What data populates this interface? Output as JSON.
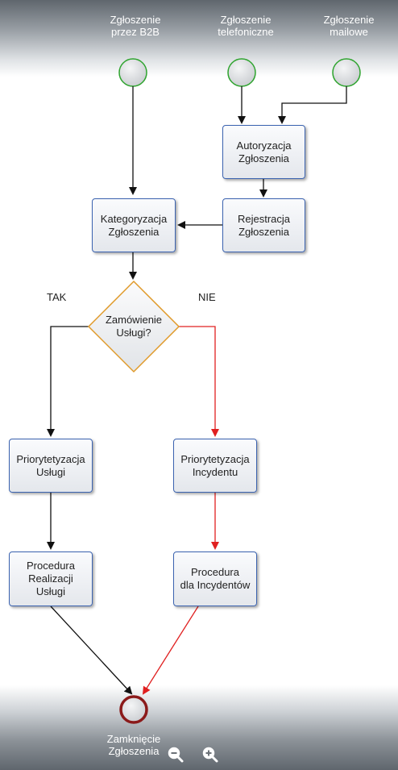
{
  "start_events": [
    {
      "label": "Zgłoszenie\nprzez B2B"
    },
    {
      "label": "Zgłoszenie\ntelefoniczne"
    },
    {
      "label": "Zgłoszenie\nmailowe"
    }
  ],
  "tasks": {
    "autoryzacja": "Autoryzacja\nZgłoszenia",
    "rejestracja": "Rejestracja\nZgłoszenia",
    "kategoryzacja": "Kategoryzacja\nZgłoszenia",
    "priorytetyzacja_uslugi": "Priorytetyzacja\nUsługi",
    "priorytetyzacja_incydentu": "Priorytetyzacja\nIncydentu",
    "procedura_realizacji": "Procedura\nRealizacji\nUsługi",
    "procedura_incydentow": "Procedura\ndla Incydentów"
  },
  "decision": {
    "label": "Zamówienie\nUsługi?",
    "yes_label": "TAK",
    "no_label": "NIE"
  },
  "end_event": {
    "label": "Zamknięcie\nZgłoszenia"
  },
  "controls": {
    "zoom_out_icon": "zoom-out-icon",
    "zoom_in_icon": "zoom-in-icon"
  },
  "colors": {
    "start_stroke": "#2ea42e",
    "end_stroke": "#8b1a1a",
    "box_border": "#3b63b0",
    "no_flow": "#e02020",
    "decision_stroke": "#e09a2a"
  }
}
